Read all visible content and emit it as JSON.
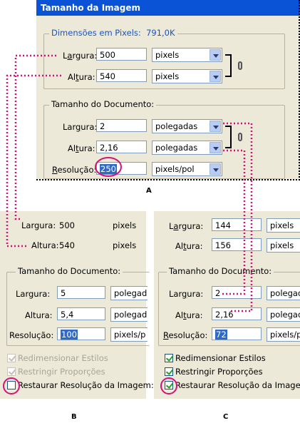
{
  "dialogA": {
    "title": "Tamanho da Imagem",
    "pixel_dims_label": "Dimensões em Pixels:",
    "pixel_dims_value": "791,0K",
    "width_label_pre": "L",
    "width_label_u": "a",
    "width_label_post": "rgura:",
    "width_value": "500",
    "height_label_pre": "Al",
    "height_label_u": "t",
    "height_label_post": "ura:",
    "height_value": "540",
    "pixels_unit": "pixels",
    "doc_group": "Tamanho do Documento:",
    "doc_width_label_pre": "Lar",
    "doc_width_label_u": "g",
    "doc_width_label_post": "ura:",
    "doc_width_value": "2",
    "doc_height_label_pre": "Al",
    "doc_height_label_u": "t",
    "doc_height_label_post": "ura:",
    "doc_height_value": "2,16",
    "inches_unit": "polegadas",
    "res_label_pre": "",
    "res_label_u": "R",
    "res_label_post": "esolução:",
    "res_value": "250",
    "res_unit": "pixels/pol",
    "caption": "A"
  },
  "panelB": {
    "width_label": "Largura:",
    "width_value": "500",
    "width_unit": "pixels",
    "height_label": "Altura:",
    "height_value": "540",
    "height_unit": "pixels",
    "doc_group": "Tamanho do Documento:",
    "doc_width_label": "Largura:",
    "doc_width_value": "5",
    "doc_width_unit": "polegad",
    "doc_height_label": "Altura:",
    "doc_height_value": "5,4",
    "doc_height_unit": "polegad",
    "res_label": "Resolução:",
    "res_value": "100",
    "res_unit": "pixels/p",
    "cb1": "Redimensionar Estilos",
    "cb2": "Restringir Proporções",
    "cb3": "Restaurar Resolução da Imagem:",
    "caption": "B"
  },
  "panelC": {
    "width_label_pre": "L",
    "width_label_u": "a",
    "width_label_post": "rgura:",
    "width_value": "144",
    "width_unit": "pixels",
    "height_label_pre": "Al",
    "height_label_u": "t",
    "height_label_post": "ura:",
    "height_value": "156",
    "height_unit": "pixels",
    "doc_group": "Tamanho do Documento:",
    "doc_width_label_pre": "Lar",
    "doc_width_label_u": "g",
    "doc_width_label_post": "ura:",
    "doc_width_value": "2",
    "doc_width_unit": "polegad",
    "doc_height_label_pre": "Al",
    "doc_height_label_u": "t",
    "doc_height_label_post": "ura:",
    "doc_height_value": "2,16",
    "doc_height_unit": "polegad",
    "res_label_pre": "",
    "res_label_u": "R",
    "res_label_post": "esolução:",
    "res_value": "72",
    "res_unit": "pixels/p",
    "cb1": "Redimensionar Estilos",
    "cb2": "Restringir Proporções",
    "cb3": "Restaurar Resolução da Imagem:",
    "caption": "C"
  },
  "colors": {
    "title_bar": "#0a52d6",
    "annotation": "#d4117a",
    "dialog_bg": "#ece9d8",
    "checkmark": "#21a121"
  },
  "icons": [
    "link-chain-icon",
    "dropdown-arrow-icon",
    "checkbox-check-icon"
  ]
}
